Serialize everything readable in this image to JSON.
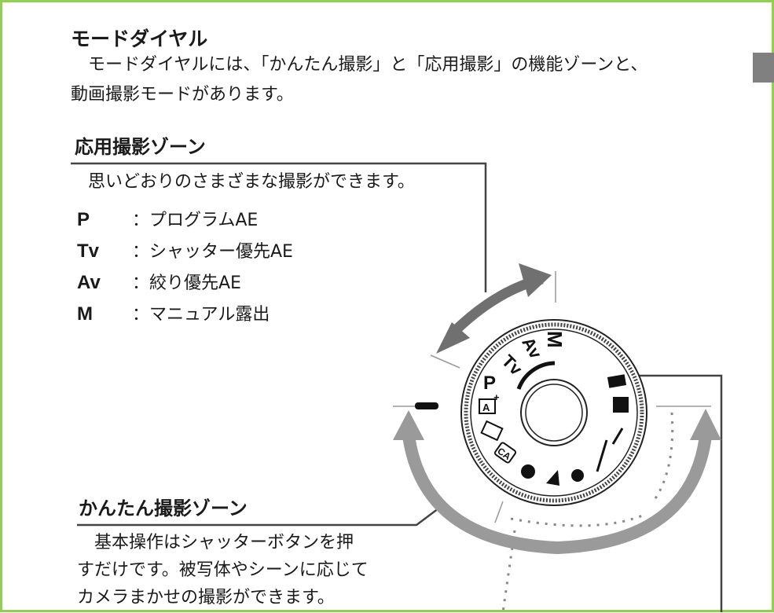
{
  "title": "モードダイヤル",
  "intro": [
    "　モードダイヤルには、「かんたん撮影」と「応用撮影」の機能ゾーンと、",
    "動画撮影モードがあります。"
  ],
  "advanced_zone": {
    "heading": "応用撮影ゾーン",
    "description": "　思いどおりのさまざまな撮影ができます。",
    "modes": [
      {
        "key": "P",
        "desc": "：プログラムAE"
      },
      {
        "key": "Tv",
        "desc": "：シャッター優先AE"
      },
      {
        "key": "Av",
        "desc": "：絞り優先AE"
      },
      {
        "key": "M",
        "desc": "：マニュアル露出"
      }
    ]
  },
  "basic_zone": {
    "heading": "かんたん撮影ゾーン",
    "description": [
      "　基本操作はシャッターボタンを押",
      "すだけです。被写体やシーンに応じて",
      "カメラまかせの撮影ができます。"
    ]
  },
  "dial_labels": [
    "M",
    "Av",
    "Tv",
    "P",
    "A+",
    "CA"
  ],
  "colors": {
    "frame": "#8fd14f",
    "arrow": "#808080",
    "tab": "#808080"
  }
}
